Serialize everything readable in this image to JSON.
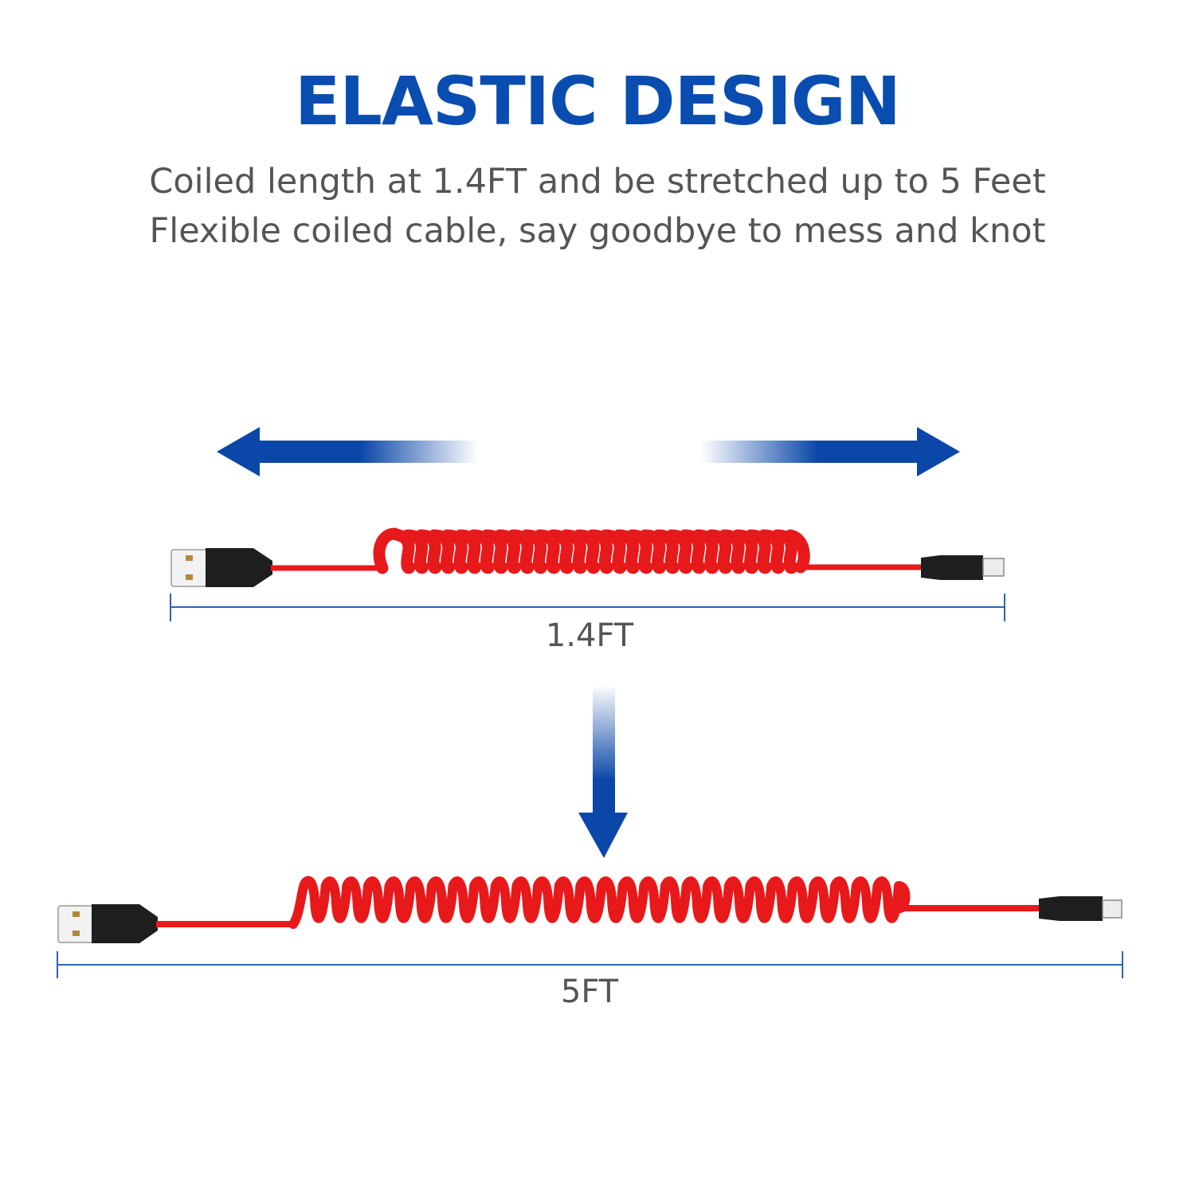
{
  "heading": {
    "title": "ELASTIC DESIGN",
    "line1": "Coiled length at 1.4FT and be stretched up to 5 Feet",
    "line2": "Flexible coiled cable, say goodbye to mess and knot"
  },
  "measurements": {
    "coiled_label": "1.4FT",
    "stretched_label": "5FT"
  },
  "colors": {
    "title": "#0a4db0",
    "arrow": "#0b47a8",
    "cable": "#e8191b",
    "connector": "#1e1e1e",
    "dimension_line": "#2d62b8",
    "text": "#555555"
  }
}
